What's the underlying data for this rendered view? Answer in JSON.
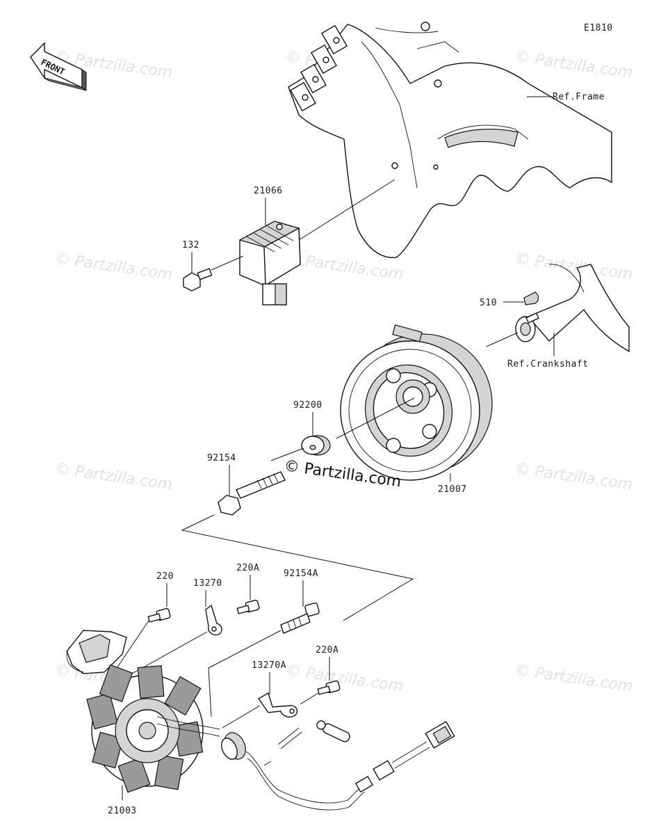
{
  "diagram_code": "E1810",
  "front_label": "FRONT",
  "watermark_small": "© Partzilla.com",
  "watermark_main": "© Partzilla.com",
  "ref_labels": {
    "frame": "Ref.Frame",
    "crankshaft": "Ref.Crankshaft"
  },
  "parts": [
    {
      "number": "21066"
    },
    {
      "number": "132"
    },
    {
      "number": "510"
    },
    {
      "number": "92200"
    },
    {
      "number": "92154"
    },
    {
      "number": "21007"
    },
    {
      "number": "220"
    },
    {
      "number": "13270"
    },
    {
      "number": "220A"
    },
    {
      "number": "92154A"
    },
    {
      "number": "220A"
    },
    {
      "number": "13270A"
    },
    {
      "number": "21003"
    }
  ]
}
